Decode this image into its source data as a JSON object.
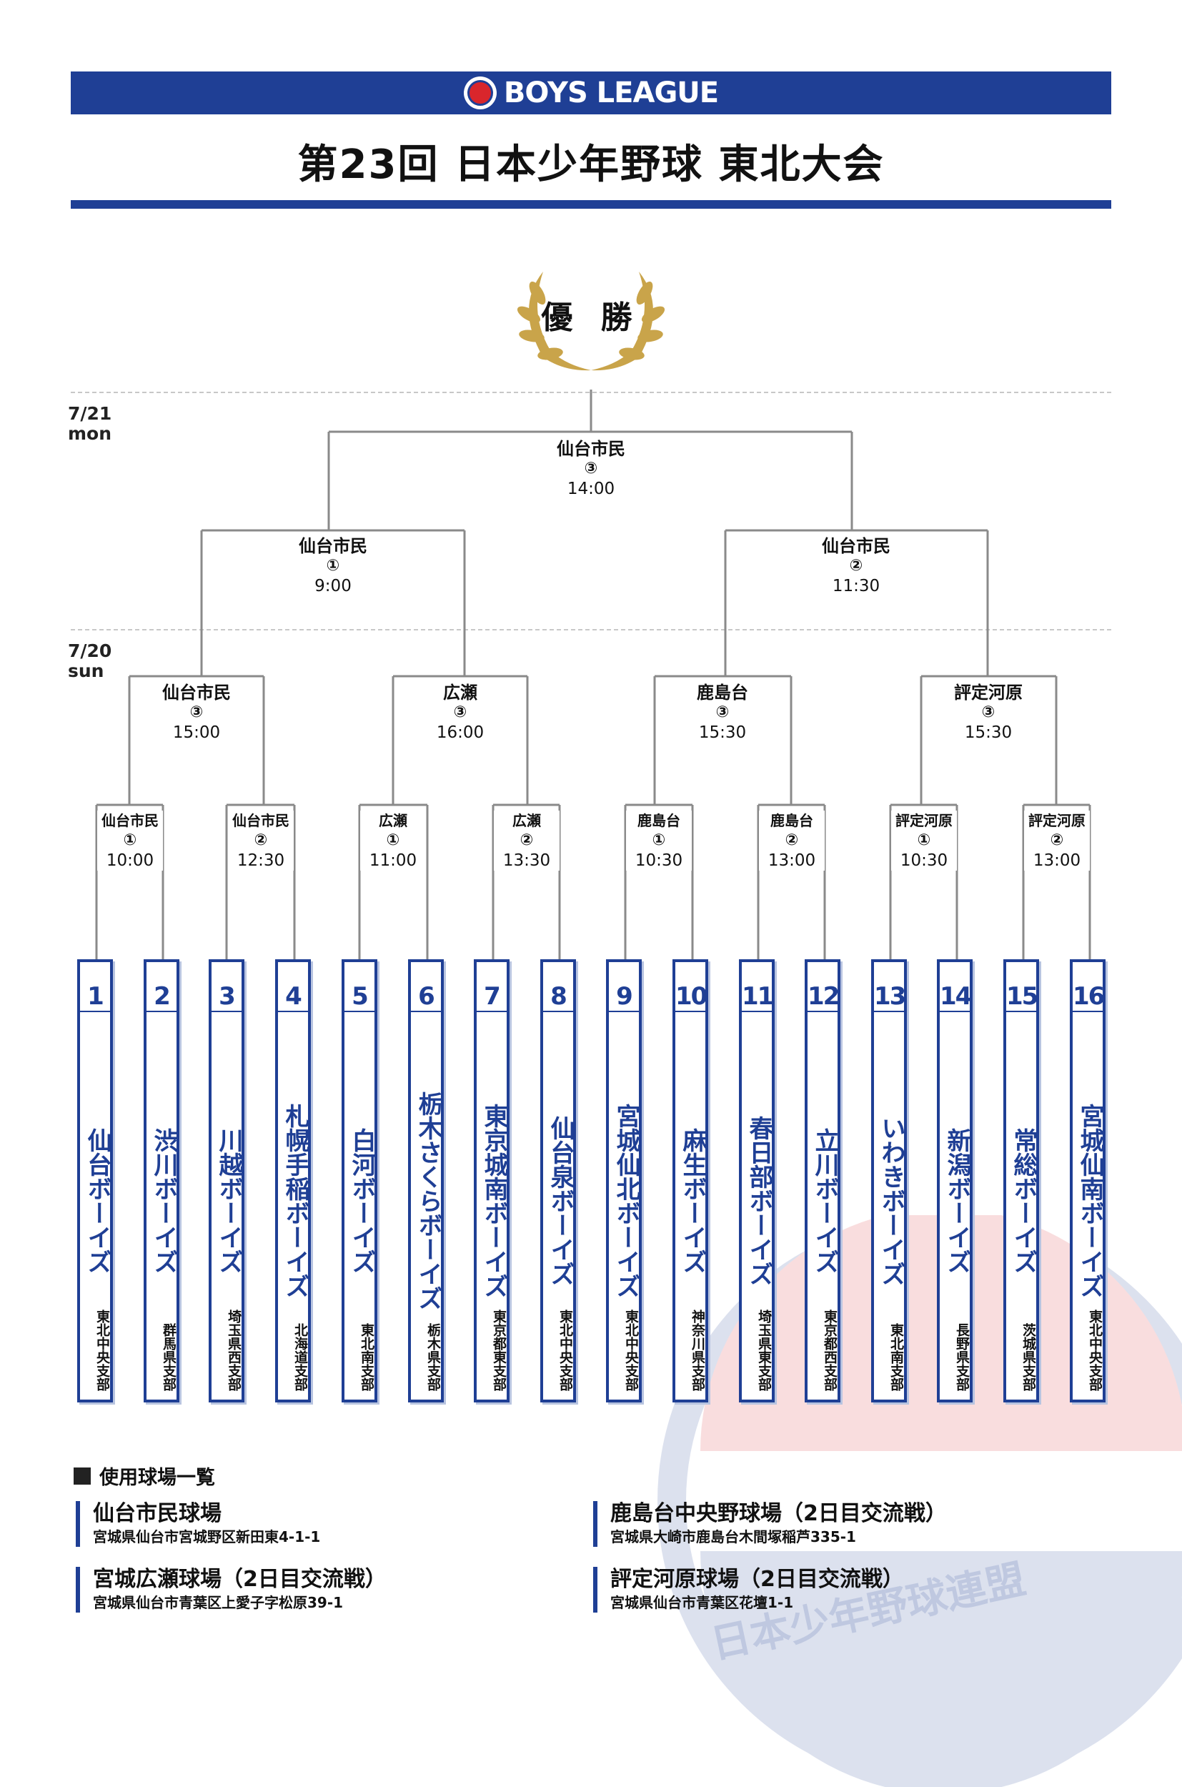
{
  "header": {
    "logo_text": "BOYS LEAGUE",
    "title": "第23回 日本少年野球 東北大会"
  },
  "champion_label": "優 勝",
  "dates": {
    "final_day": {
      "date": "7/21",
      "weekday": "mon"
    },
    "first_day": {
      "date": "7/20",
      "weekday": "sun"
    }
  },
  "matches": {
    "final": {
      "venue": "仙台市民",
      "num": "③",
      "time": "14:00"
    },
    "semi_left": {
      "venue": "仙台市民",
      "num": "①",
      "time": "9:00"
    },
    "semi_right": {
      "venue": "仙台市民",
      "num": "②",
      "time": "11:30"
    },
    "qf1": {
      "venue": "仙台市民",
      "num": "③",
      "time": "15:00"
    },
    "qf2": {
      "venue": "広瀬",
      "num": "③",
      "time": "16:00"
    },
    "qf3": {
      "venue": "鹿島台",
      "num": "③",
      "time": "15:30"
    },
    "qf4": {
      "venue": "評定河原",
      "num": "③",
      "time": "15:30"
    },
    "r1_1": {
      "venue": "仙台市民",
      "num": "①",
      "time": "10:00"
    },
    "r1_2": {
      "venue": "仙台市民",
      "num": "②",
      "time": "12:30"
    },
    "r1_3": {
      "venue": "広瀬",
      "num": "①",
      "time": "11:00"
    },
    "r1_4": {
      "venue": "広瀬",
      "num": "②",
      "time": "13:30"
    },
    "r1_5": {
      "venue": "鹿島台",
      "num": "①",
      "time": "10:30"
    },
    "r1_6": {
      "venue": "鹿島台",
      "num": "②",
      "time": "13:00"
    },
    "r1_7": {
      "venue": "評定河原",
      "num": "①",
      "time": "10:30"
    },
    "r1_8": {
      "venue": "評定河原",
      "num": "②",
      "time": "13:00"
    }
  },
  "teams": [
    {
      "num": "1",
      "name": "仙台ボーイズ",
      "branch": "東北中央支部"
    },
    {
      "num": "2",
      "name": "渋川ボーイズ",
      "branch": "群馬県支部"
    },
    {
      "num": "3",
      "name": "川越ボーイズ",
      "branch": "埼玉県西支部"
    },
    {
      "num": "4",
      "name": "札幌手稲ボーイズ",
      "branch": "北海道支部"
    },
    {
      "num": "5",
      "name": "白河ボーイズ",
      "branch": "東北南支部"
    },
    {
      "num": "6",
      "name": "栃木さくらボーイズ",
      "branch": "栃木県支部"
    },
    {
      "num": "7",
      "name": "東京城南ボーイズ",
      "branch": "東京都東支部"
    },
    {
      "num": "8",
      "name": "仙台泉ボーイズ",
      "branch": "東北中央支部"
    },
    {
      "num": "9",
      "name": "宮城仙北ボーイズ",
      "branch": "東北中央支部"
    },
    {
      "num": "10",
      "name": "麻生ボーイズ",
      "branch": "神奈川県支部"
    },
    {
      "num": "11",
      "name": "春日部ボーイズ",
      "branch": "埼玉県東支部"
    },
    {
      "num": "12",
      "name": "立川ボーイズ",
      "branch": "東京都西支部"
    },
    {
      "num": "13",
      "name": "いわきボーイズ",
      "branch": "東北南支部"
    },
    {
      "num": "14",
      "name": "新潟ボーイズ",
      "branch": "長野県支部"
    },
    {
      "num": "15",
      "name": "常総ボーイズ",
      "branch": "茨城県支部"
    },
    {
      "num": "16",
      "name": "宮城仙南ボーイズ",
      "branch": "東北中央支部"
    }
  ],
  "venues_heading": "使用球場一覧",
  "venues": [
    {
      "name": "仙台市民球場",
      "address": "宮城県仙台市宮城野区新田東4-1-1"
    },
    {
      "name": "宮城広瀬球場（2日目交流戦）",
      "address": "宮城県仙台市青葉区上愛子字松原39-1"
    },
    {
      "name": "鹿島台中央野球場（2日目交流戦）",
      "address": "宮城県大崎市鹿島台木間塚稲芦335-1"
    },
    {
      "name": "評定河原球場（2日目交流戦）",
      "address": "宮城県仙台市青葉区花壇1-1"
    }
  ],
  "watermark_text": "日本少年野球連盟",
  "colors": {
    "brand_blue": "#1f3f95",
    "bracket_gray": "#8a8a8a",
    "gold": "#c9a44a"
  }
}
